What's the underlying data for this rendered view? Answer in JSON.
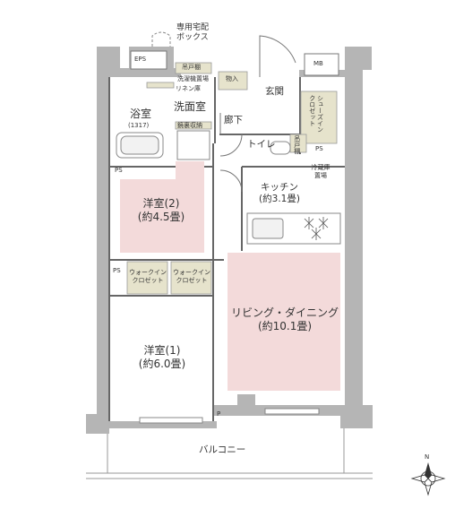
{
  "plan": {
    "delivery_box": "専用宅配\nボックス",
    "eps": "EPS",
    "mb": "MB",
    "hanging_cabinet_top": "吊戸棚",
    "washer_space": "洗濯機置場",
    "linen_storage": "リネン庫",
    "storage": "物入",
    "entrance": "玄関",
    "shoe_closet": "シューズイン\nクロゼット",
    "bath": "浴室",
    "bath_size": "(1317)",
    "washroom": "洗面室",
    "mirror_storage": "鏡裏収納",
    "corridor": "廊下",
    "toilet": "トイレ",
    "hanging_cabinet_toilet": "吊戸棚",
    "ps_labels": [
      "PS",
      "PS",
      "PS",
      "P"
    ],
    "fridge_space": "冷蔵庫\n置場",
    "kitchen": "キッチン\n(約3.1畳)",
    "room2": "洋室(2)\n(約4.5畳)",
    "walkin1": "ウォークイン\nクロゼット",
    "walkin2": "ウォークイン\nクロゼット",
    "living": "リビング・ダイニング\n(約10.1畳)",
    "room1": "洋室(1)\n(約6.0畳)",
    "balcony": "バルコニー",
    "compass_n": "N"
  },
  "colors": {
    "wall": "#b5b5b5",
    "room_pink": "#f3dada",
    "storage_khaki": "#e6e3cc",
    "line": "#555555"
  }
}
